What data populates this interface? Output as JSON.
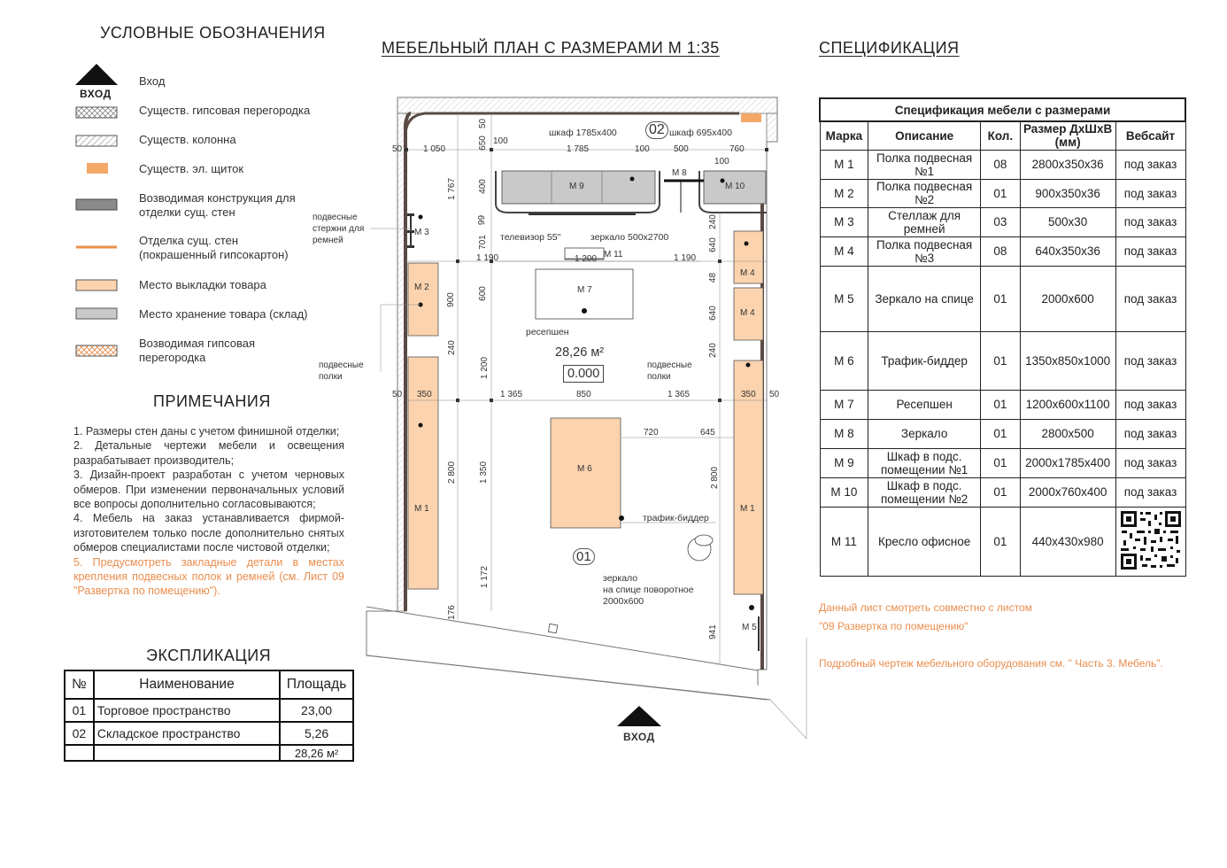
{
  "headers": {
    "legend": "УСЛОВНЫЕ ОБОЗНАЧЕНИЯ",
    "plan": "МЕБЕЛЬНЫЙ ПЛАН С РАЗМЕРАМИ М 1:35",
    "spec": "СПЕЦИФИКАЦИЯ",
    "notes": "ПРИМЕЧАНИЯ",
    "explication": "ЭКСПЛИКАЦИЯ"
  },
  "legend": {
    "entry_icon_label": "ВХОД",
    "items": [
      {
        "label": "Вход",
        "swatch": "arrow"
      },
      {
        "label": "Существ. гипсовая перегородка",
        "swatch": "hatch-gray"
      },
      {
        "label": "Существ. колонна",
        "swatch": "hatch-light"
      },
      {
        "label": "Существ. эл. щиток",
        "swatch": "#f4a868"
      },
      {
        "label": "Возводимая конструкция для отделки сущ. стен",
        "swatch": "#8a8a8a"
      },
      {
        "label": "Отделка сущ. стен (покрашенный гипсокартон)",
        "swatch": "line-orange"
      },
      {
        "label": "Место выкладки товара",
        "swatch": "#fbd3ae"
      },
      {
        "label": "Место хранение товара (склад)",
        "swatch": "#c9c9c9"
      },
      {
        "label": "Возводимая гипсовая перегородка",
        "swatch": "hatch-orange"
      }
    ]
  },
  "notes": [
    "1. Размеры стен даны с учетом финишной отделки;",
    "2. Детальные чертежи мебели и освещения разрабатывает производитель;",
    "3. Дизайн-проект разработан с учетом черновых обмеров. При изменении первоначальных условий все вопросы дополнительно согласовываются;",
    "4. Мебель на заказ устанавливается фирмой-изготовителем только после дополнительно снятых обмеров специалистами после чистовой отделки;",
    "5. Предусмотреть закладные детали в местах крепления подвесных полок и ремней (см. Лист 09 \"Развертка по помещению\")."
  ],
  "explication": {
    "columns": [
      "№",
      "Наименование",
      "Площадь"
    ],
    "rows": [
      {
        "num": "01",
        "name": "Торговое пространство",
        "area": "23,00"
      },
      {
        "num": "02",
        "name": "Складское пространство",
        "area": "5,26"
      }
    ],
    "total": "28,26 м²"
  },
  "spec": {
    "title": "Спецификация мебели с размерами",
    "columns": [
      "Марка",
      "Описание",
      "Кол.",
      "Размер ДхШхВ (мм)",
      "Вебсайт"
    ],
    "rows": [
      {
        "mark": "М 1",
        "desc": "Полка подвесная №1",
        "qty": "08",
        "size": "2800х350х36",
        "site": "под заказ"
      },
      {
        "mark": "М 2",
        "desc": "Полка подвесная №2",
        "qty": "01",
        "size": "900х350х36",
        "site": "под заказ"
      },
      {
        "mark": "М 3",
        "desc": "Стеллаж для ремней",
        "qty": "03",
        "size": "500х30",
        "site": "под заказ"
      },
      {
        "mark": "М 4",
        "desc": "Полка подвесная №3",
        "qty": "08",
        "size": "640х350х36",
        "site": "под заказ"
      },
      {
        "mark": "М 5",
        "desc": "Зеркало на спице",
        "qty": "01",
        "size": "2000х600",
        "site": "под заказ"
      },
      {
        "mark": "М 6",
        "desc": "Трафик-биддер",
        "qty": "01",
        "size": "1350х850х1000",
        "site": "под заказ"
      },
      {
        "mark": "М 7",
        "desc": "Ресепшен",
        "qty": "01",
        "size": "1200х600х1100",
        "site": "под заказ"
      },
      {
        "mark": "М 8",
        "desc": "Зеркало",
        "qty": "01",
        "size": "2800х500",
        "site": "под заказ"
      },
      {
        "mark": "М 9",
        "desc": "Шкаф в подс. помещении №1",
        "qty": "01",
        "size": "2000х1785х400",
        "site": "под заказ"
      },
      {
        "mark": "М 10",
        "desc": "Шкаф в подс. помещении №2",
        "qty": "01",
        "size": "2000х760х400",
        "site": "под заказ"
      },
      {
        "mark": "М 11",
        "desc": "Кресло офисное",
        "qty": "01",
        "size": "440х430х980",
        "site": ""
      }
    ]
  },
  "sheet_notes": [
    "Данный лист смотреть совместно с листом",
    "\"09 Развертка по помещению\"",
    "Подробный чертеж мебельного оборудования см. \" Часть 3. Мебель\"."
  ],
  "plan": {
    "entry_label": "ВХОД",
    "area": "28,26 м²",
    "level": "0.000",
    "room1": "01",
    "room2": "02",
    "labels": {
      "wardrobe1": "шкаф 1785х400",
      "wardrobe2": "шкаф 695х400",
      "tv": "телевизор 55\"",
      "mirror": "зеркало 500х2700",
      "reception": "ресепшен",
      "traffic": "трафик-биддер",
      "mirror_spoke_1": "зеркало",
      "mirror_spoke_2": "на спице поворотное",
      "mirror_spoke_3": "2000х600",
      "rods_1": "подвесные",
      "rods_2": "стержни для",
      "rods_3": "ремней",
      "shelves_l1": "подвесные",
      "shelves_l2": "полки",
      "shelves_r1": "подвесные",
      "shelves_r2": "полки"
    },
    "marks": {
      "m1a": "М 1",
      "m1b": "М 1",
      "m2": "М 2",
      "m3": "М 3",
      "m4a": "М 4",
      "m4b": "М 4",
      "m5": "М 5",
      "m6": "М 6",
      "m7": "М 7",
      "m8": "М 8",
      "m9": "М 9",
      "m10": "М 10",
      "m11": "М 11"
    },
    "dims": {
      "d50a": "50",
      "d1050": "1 050",
      "d650": "650",
      "d50b": "50",
      "d100a": "100",
      "d1785": "1 785",
      "d100b": "100",
      "d500": "500",
      "d760": "760",
      "d100c": "100",
      "d1767": "1 767",
      "d400": "400",
      "d99": "99",
      "d701": "701",
      "d240a": "240",
      "d1190a": "1 190",
      "d1200": "1 200",
      "d1190b": "1 190",
      "d600": "600",
      "d900": "900",
      "d640a": "640",
      "d48": "48",
      "d640b": "640",
      "d240b": "240",
      "d240c": "240",
      "d1200v": "1 200",
      "d50c": "50",
      "d350a": "350",
      "d1365a": "1 365",
      "d850": "850",
      "d1365b": "1 365",
      "d350b": "350",
      "d50d": "50",
      "d720": "720",
      "d645": "645",
      "d2800a": "2 800",
      "d1350": "1 350",
      "d2800b": "2 800",
      "d1172": "1 172",
      "d176": "176",
      "d941": "941"
    }
  },
  "colors": {
    "orange": "#e98d4d",
    "shelf": "#fbd3ae",
    "storage": "#c9c9c9",
    "wall": "#5a4a44"
  }
}
